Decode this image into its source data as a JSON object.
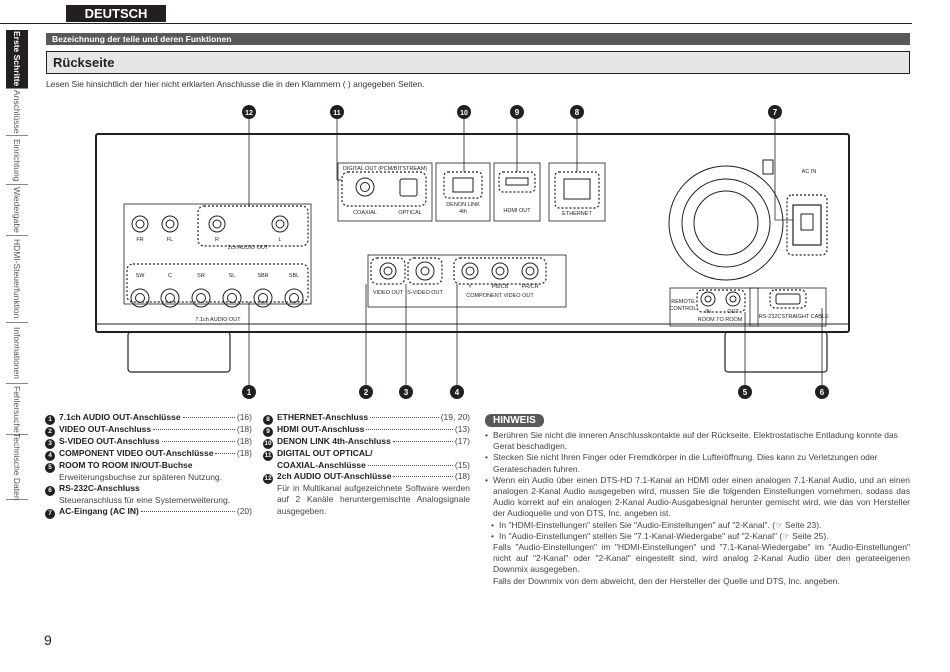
{
  "language_tab": "DEUTSCH",
  "section_header": "Bezeichnung der teile und deren Funktionen",
  "title": "Rückseite",
  "intro": "Lesen Sie hinsichtlich der hier nicht erklarten Anschlusse die in den Klammern ( ) angegeben Seiten.",
  "sidebar": [
    {
      "label": "Erste Schritte",
      "active": true
    },
    {
      "label": "Anschlüsse",
      "active": false
    },
    {
      "label": "Einrichtung",
      "active": false
    },
    {
      "label": "Wiedergabe",
      "active": false
    },
    {
      "label": "HDMI-Steuerfunktion",
      "active": false
    },
    {
      "label": "Informationen",
      "active": false
    },
    {
      "label": "Fehlersuche",
      "active": false
    },
    {
      "label": "Technische Daten",
      "active": false
    }
  ],
  "diagram": {
    "callouts_top": [
      "⓬",
      "⓫",
      "❿",
      "❾",
      "❽",
      "❼"
    ],
    "callouts_bottom": [
      "❶",
      "❷",
      "❸",
      "❹",
      "❺",
      "❻"
    ],
    "digital_out": "DIGITAL OUT (PCM/BITSTREAM)",
    "coaxial": "COAXIAL",
    "optical": "OPTICAL",
    "denon_link": "DENON LINK",
    "denon_link_sub": "4th",
    "hdmi_out": "HDMI OUT",
    "ethernet": "ETHERNET",
    "ac_in": "AC IN",
    "fr": "FR",
    "fl": "FL",
    "r": "R",
    "l": "L",
    "ch2": "2ch AUDIO OUT",
    "sw": "SW",
    "c": "C",
    "sr": "SR",
    "sl": "SL",
    "sbr": "SBR",
    "sbl": "SBL",
    "ch71": "7.1ch AUDIO OUT",
    "video_out": "VIDEO OUT",
    "svideo_out": "S-VIDEO OUT",
    "y": "Y",
    "pbcb": "PB/CB",
    "prcr": "PR/CR",
    "component": "COMPONENT VIDEO OUT",
    "remote": "REMOTE",
    "control": "CONTROL",
    "in": "IN",
    "out": "OUT",
    "room": "ROOM TO ROOM",
    "rs232c": "RS-232C",
    "straight": "STRAIGHT CABLE"
  },
  "list_left": [
    {
      "num": "1",
      "label": "7.1ch AUDIO OUT-Anschlüsse",
      "page": "(16)"
    },
    {
      "num": "2",
      "label": "VIDEO OUT-Anschluss",
      "page": "(18)"
    },
    {
      "num": "3",
      "label": "S-VIDEO OUT-Anschluss",
      "page": "(18)"
    },
    {
      "num": "4",
      "label": "COMPONENT VIDEO OUT-Anschlüsse",
      "page": "(18)"
    },
    {
      "num": "5",
      "label": "ROOM TO ROOM IN/OUT-Buchse",
      "page": "",
      "desc": "Erweiterungsbuchse zur späteren Nutzung."
    },
    {
      "num": "6",
      "label": "RS-232C-Anschluss",
      "page": "",
      "desc": "Steueranschluss für eine Systemerweiterung."
    },
    {
      "num": "7",
      "label": "AC-Eingang (AC IN)",
      "page": "(20)"
    }
  ],
  "list_right": [
    {
      "num": "8",
      "label": "ETHERNET-Anschluss",
      "page": "(19, 20)"
    },
    {
      "num": "9",
      "label": "HDMI OUT-Anschluss",
      "page": "(13)"
    },
    {
      "num": "10",
      "label": "DENON LINK 4th-Anschluss",
      "page": "(17)"
    },
    {
      "num": "11",
      "label": "DIGITAL OUT OPTICAL/",
      "label2": "COAXIAL-Anschlüsse",
      "page": "(15)"
    },
    {
      "num": "12",
      "label": "2ch AUDIO OUT-Anschlüsse",
      "page": "(18)",
      "desc": "Für in Multikanal aufgezeichnete Software werden auf 2 Kanäle heruntergemischte Analogsignale ausgegeben."
    }
  ],
  "hinweis": {
    "tag": "HINWEIS",
    "notes": [
      "Berühren Sie nicht die inneren Anschlusskontakte auf der Rückseite. Elektrostatische Entladung konnte das Gerat beschadigen.",
      "Stecken Sie nicht Ihren Finger oder Fremdkörper in die Lufteröffnung. Dies kann zu Verletzungen oder Gerateschaden fuhren.",
      "Wenn ein Audio über einen DTS-HD 7.1-Kanal an HDMI oder einen analogen 7.1-Kanal Audio, und an einen analogen 2-Kanal Audio ausgegeben wird, mussen Sie die folgenden Einstellungen vornehmen, sodass das Audio korrekt auf ein analogen 2-Kanal Audio-Ausgabesignal herunter gemischt wird, wie das von Hersteller der Audioquelle und von DTS, Inc. angeben ist."
    ],
    "sub_notes": [
      "In \"HDMI-Einstellungen\" stellen Sie \"Audio-Einstellungen\" auf \"2-Kanal\". (☞ Seite 23).",
      "In \"Audio-Einstellungen\" stellen Sie \"7.1-Kanal-Wiedergabe\" auf \"2-Kanal\" (☞ Seite 25)."
    ],
    "cont": [
      "Falls \"Audio-Einstellungen\" im \"HDMI-Einstellungen\" und \"7.1-Kanal-Wiedergabe\" im \"Audio-Einstellungen\" nicht auf \"2-Kanal\" oder \"2-Kanal\" eingestellt sind, wird analog 2-Kanal Audio über den gerateeigenen Downmix ausgegeben.",
      "Falls der Downmix von dem abweicht, den der Hersteller der Quelle und DTS, Inc. angeben."
    ]
  },
  "page_number": "9"
}
